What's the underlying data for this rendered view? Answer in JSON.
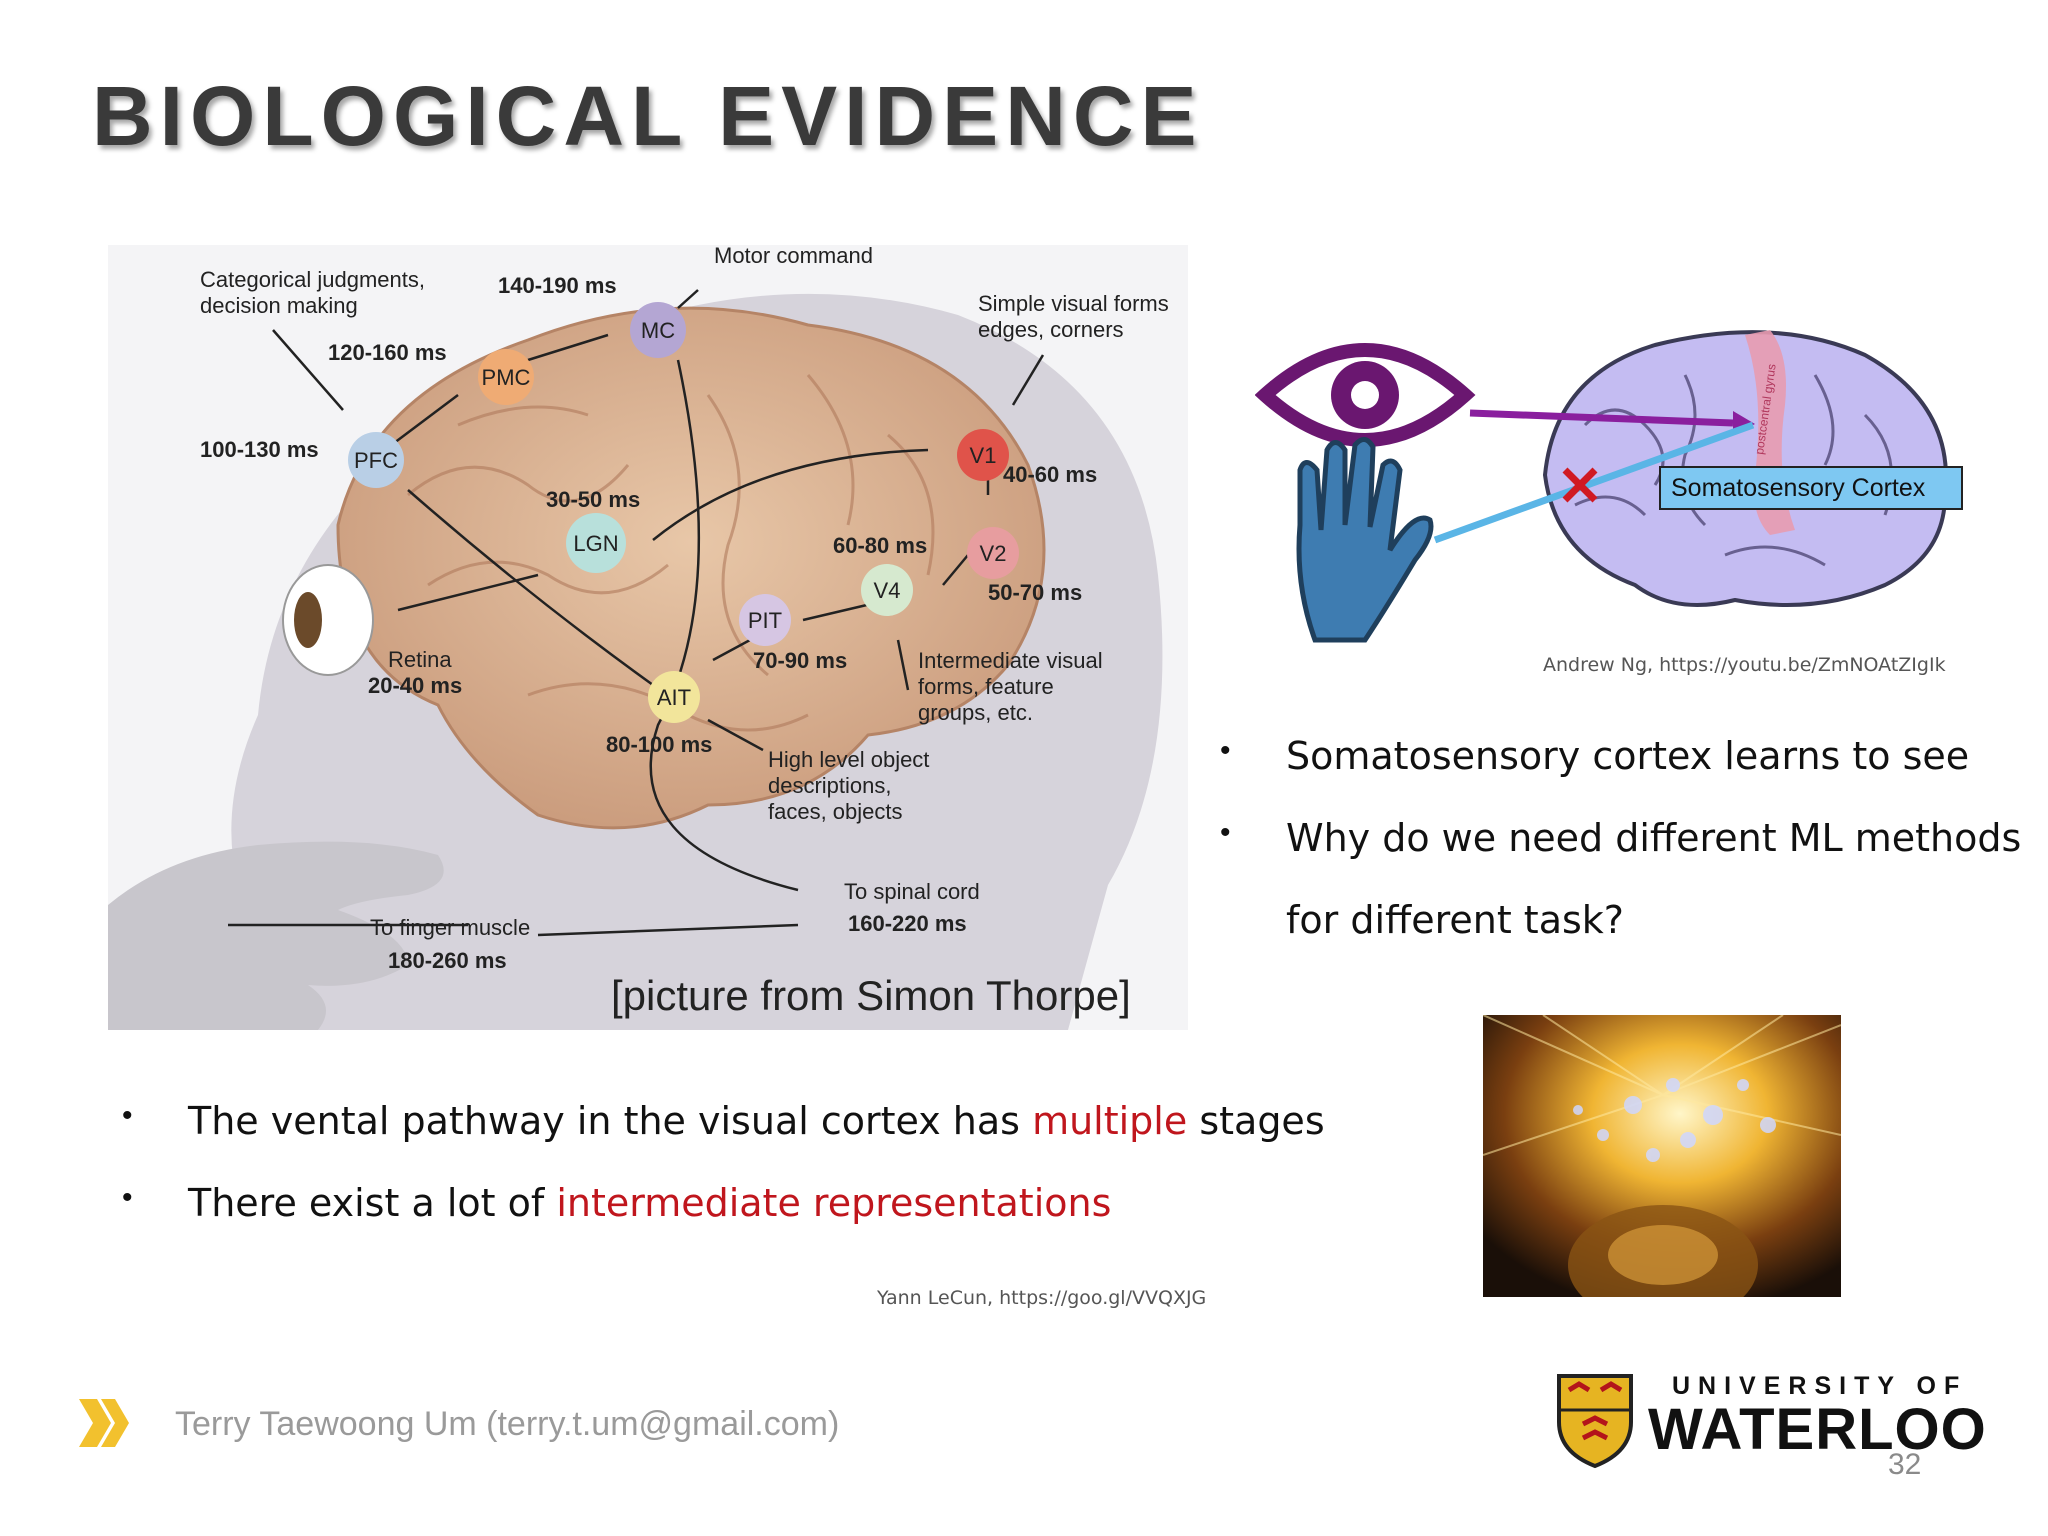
{
  "slide": {
    "title": "BIOLOGICAL EVIDENCE",
    "page_number": "32",
    "footer_author": "Terry Taewoong Um (terry.t.um@gmail.com)"
  },
  "brain_figure": {
    "caption": "[picture from Simon Thorpe]",
    "areas": [
      "MC",
      "PMC",
      "PFC",
      "LGN",
      "V1",
      "V2",
      "V4",
      "PIT",
      "AIT"
    ],
    "timings": {
      "mc": "140-190 ms",
      "pmc": "120-160 ms",
      "pfc": "100-130 ms",
      "lgn": "30-50 ms",
      "v1": "40-60 ms",
      "v2": "50-70 ms",
      "v4": "60-80 ms",
      "pit": "70-90 ms",
      "ait": "80-100 ms",
      "retina": "20-40 ms",
      "spinal": "160-220 ms",
      "finger": "180-260 ms"
    },
    "labels": {
      "motor_command": "Motor command",
      "categorical_1": "Categorical judgments,",
      "categorical_2": "decision making",
      "simple_1": "Simple visual forms",
      "simple_2": "edges, corners",
      "retina": "Retina",
      "intermediate_1": "Intermediate visual",
      "intermediate_2": "forms, feature",
      "intermediate_3": "groups, etc.",
      "high_1": "High level object",
      "high_2": "descriptions,",
      "high_3": "faces, objects",
      "spinal": "To spinal cord",
      "finger": "To finger muscle"
    }
  },
  "somato_figure": {
    "label": "Somatosensory Cortex",
    "gyrus_label": "postcentral gyrus",
    "credit": "Andrew Ng, https://youtu.be/ZmNOAtZIgIk"
  },
  "right_bullets": {
    "b1": "Somatosensory cortex learns to see",
    "b2_line1": "Why do we need different ML methods",
    "b2_line2": "for different task?"
  },
  "left_bullets": {
    "b1_pre": "The vental pathway in the visual cortex has ",
    "b1_red": "multiple",
    "b1_post": " stages",
    "b2_pre": "There exist a lot of ",
    "b2_red": "intermediate representations"
  },
  "lecun_credit": "Yann LeCun, https://goo.gl/VVQXJG",
  "logo": {
    "line1": "UNIVERSITY OF",
    "line2": "WATERLOO"
  },
  "colors": {
    "accent_red": "#c0161d",
    "title_gray": "#3a3a3a",
    "chevron_yellow": "#f2c12e",
    "waterloo_gold": "#e6b422"
  }
}
